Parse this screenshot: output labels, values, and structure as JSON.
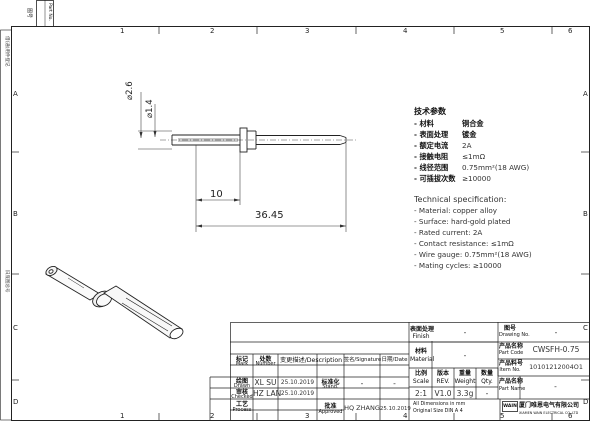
{
  "border": {
    "cols_top": [
      "1",
      "2",
      "3",
      "4",
      "5",
      "6"
    ],
    "cols_bottom": [
      "1",
      "2",
      "3",
      "4",
      "5",
      "6"
    ],
    "rows_left": [
      "A",
      "B",
      "C",
      "D"
    ],
    "rows_right": [
      "A",
      "B",
      "C",
      "D"
    ],
    "stamp_line1": "图号",
    "stamp_line2": "Part No.",
    "stamp_side_left": "借(通)用件登记",
    "stamp_side_mid": "旧底图总号"
  },
  "dimensions": {
    "dia_outer": "2.6",
    "dia_inner": "1.4",
    "len_short": "10",
    "len_total": "36.45"
  },
  "specs_cn": {
    "title": "技术参数",
    "items": [
      {
        "label": "- 材料",
        "value": "铜合金"
      },
      {
        "label": "- 表面处理",
        "value": "镀金"
      },
      {
        "label": "- 额定电流",
        "value": "2A"
      },
      {
        "label": "- 接触电阻",
        "value": "≤1mΩ"
      },
      {
        "label": "- 线径范围",
        "value": "0.75mm²(18 AWG)"
      },
      {
        "label": "- 可插拔次数",
        "value": "≥10000"
      }
    ]
  },
  "specs_en": {
    "title": "Technical specification:",
    "items": [
      "- Material: copper alloy",
      "- Surface: hard-gold plated",
      "- Rated current: 2A",
      "- Contact resistance: ≤1mΩ",
      "- Wire gauge: 0.75mm²(18 AWG)",
      "- Mating cycles: ≥10000"
    ]
  },
  "title_block": {
    "finish_cn": "表面处理",
    "finish_en": "Finish",
    "material_cn": "材料",
    "material_en": "Material",
    "drawing_no_cn": "图号",
    "drawing_no_en": "Drawing No.",
    "drawing_no_value": "-",
    "part_code_cn": "产品名称",
    "part_code_en": "Part Code",
    "part_code_value": "CWSFH-0.75",
    "item_no_cn": "产品料号",
    "item_no_en": "Item No.",
    "item_no_value": "10101212004O1",
    "part_name_cn": "产品名称",
    "part_name_en": "Part Name",
    "part_name_value": "-",
    "scale_cn": "比例",
    "scale_en": "Scale",
    "scale_value": "2:1",
    "rev_cn": "版本",
    "rev_en": "REV.",
    "rev_value": "V1.0",
    "weight_cn": "重量",
    "weight_en": "Weight",
    "weight_value": "3.3g",
    "qty_cn": "数量",
    "qty_en": "Qty.",
    "qty_value": "-",
    "notes_line1": "All Dimensions in mm",
    "notes_line2": "Original Size DIN A 4",
    "company_name": "厦门唯恩电气有限公司",
    "company_name_en": "XIAMEN WAIN ELECTRICAL CO.,LTD",
    "logo_text": "WAIN",
    "mark_cn": "标记",
    "mark_en": "Mark",
    "number_cn": "处数",
    "number_en": "Number",
    "change_desc_label": "变更描述/Description",
    "sign_cn": "签名/Signature",
    "date_label": "日期/Date",
    "standard_cn": "标准化",
    "standard_en": "Stand.",
    "approved_cn": "批准",
    "approved_en": "Approved",
    "drawn_cn": "绘图",
    "drawn_en": "Drawn",
    "drawn_name": "XL SU",
    "drawn_date": "25.10.2019",
    "checked_cn": "审核",
    "checked_en": "Checked",
    "checked_name": "HZ LAN",
    "checked_date": "25.10.2019",
    "process_cn": "工艺",
    "process_en": "Process",
    "approved_name": "HQ ZHANG",
    "approved_date": "25.10.2019",
    "dash": "-"
  }
}
